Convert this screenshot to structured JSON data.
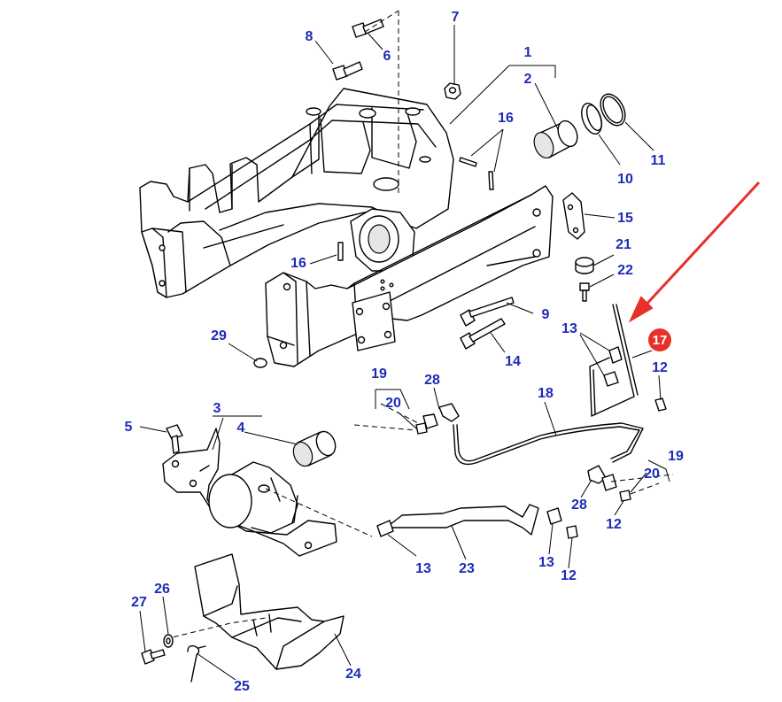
{
  "callouts": {
    "c1": "1",
    "c2": "2",
    "c3": "3",
    "c4": "4",
    "c5": "5",
    "c6": "6",
    "c7": "7",
    "c8": "8",
    "c9": "9",
    "c10": "10",
    "c11": "11",
    "c12a": "12",
    "c12b": "12",
    "c12c": "12",
    "c13a": "13",
    "c13b": "13",
    "c13c": "13",
    "c14": "14",
    "c15": "15",
    "c16a": "16",
    "c16b": "16",
    "c17": "17",
    "c18": "18",
    "c19a": "19",
    "c19b": "19",
    "c20a": "20",
    "c20b": "20",
    "c21": "21",
    "c22": "22",
    "c23": "23",
    "c24": "24",
    "c25": "25",
    "c26": "26",
    "c27": "27",
    "c28a": "28",
    "c28b": "28",
    "c29": "29"
  },
  "colors": {
    "callout_text": "#1d2bb8",
    "highlight_badge": "#e8302a",
    "pointer_arrow": "#e8302a"
  }
}
